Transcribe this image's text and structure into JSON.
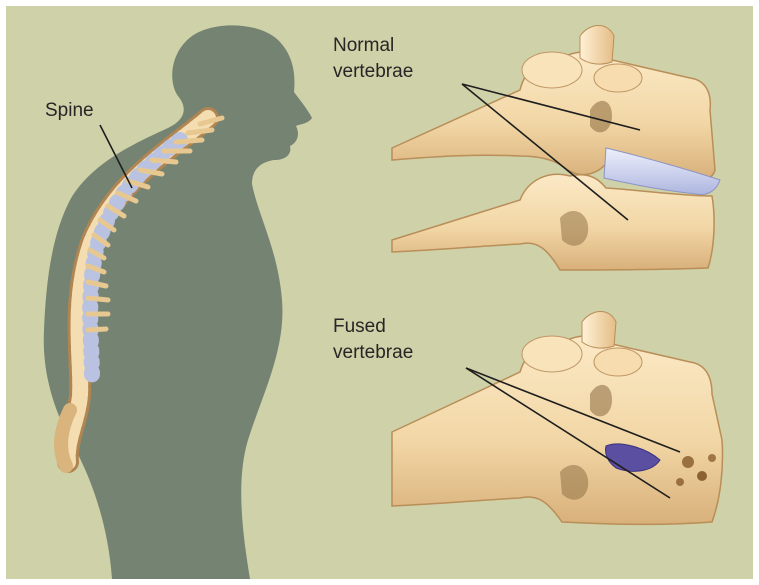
{
  "labels": {
    "spine": "Spine",
    "normal_line1": "Normal",
    "normal_line2": "vertebrae",
    "fused_line1": "Fused",
    "fused_line2": "vertebrae"
  },
  "colors": {
    "background": "#cfd1a8",
    "silhouette": "#758372",
    "bone": "#f2d7a6",
    "bone_shadow": "#c99c62",
    "disc": "#cdd3ec",
    "fused_disc": "#5a4fa0",
    "leader_line": "#1e1e1e"
  }
}
